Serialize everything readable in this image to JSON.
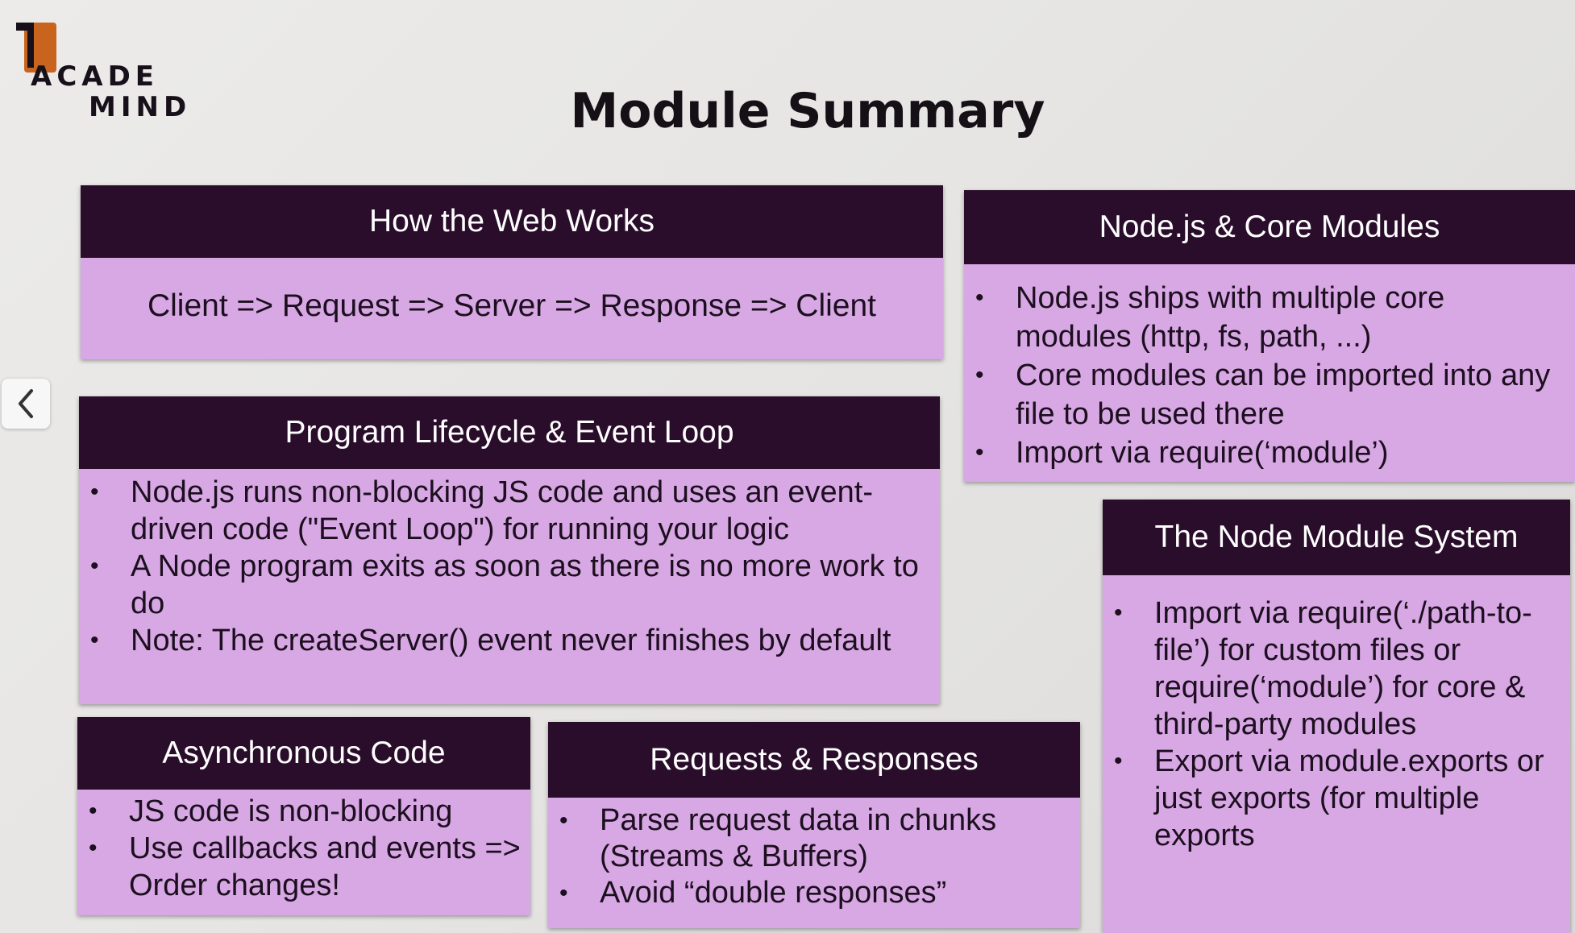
{
  "logo": {
    "line1": "ACADE",
    "line2": "MIND",
    "mark_color": "#c8641e"
  },
  "title": "Module Summary",
  "nav": {
    "prev_icon": "chevron-left-icon"
  },
  "colors": {
    "header_bg": "#2a0d2b",
    "body_bg": "#d8a8e4",
    "background": "#e8e7e5"
  },
  "cards": {
    "web": {
      "title": "How the Web Works",
      "text": "Client => Request => Server => Response => Client"
    },
    "node": {
      "title": "Node.js & Core Modules",
      "items": [
        "Node.js ships with multiple core modules (http, fs, path, ...)",
        "Core modules can be imported into any file to be used there",
        "Import via require(‘module’)"
      ]
    },
    "lifecycle": {
      "title": "Program Lifecycle & Event Loop",
      "items": [
        "Node.js runs non-blocking JS code and uses an event-driven code (\"Event Loop\") for running your logic",
        "A Node program exits as soon as there is no more work to do",
        "Note: The createServer() event never finishes by default"
      ]
    },
    "async": {
      "title": "Asynchronous Code",
      "items": [
        "JS code is non-blocking",
        "Use callbacks and events => Order changes!"
      ]
    },
    "requests": {
      "title": "Requests & Responses",
      "items": [
        "Parse request data in chunks (Streams & Buffers)",
        "Avoid “double responses”"
      ]
    },
    "module_system": {
      "title": "The Node Module System",
      "items": [
        "Import via require(‘./path-to-file’) for custom files or require(‘module’) for core & third-party modules",
        "Export via module.exports or just exports (for multiple exports"
      ]
    }
  }
}
